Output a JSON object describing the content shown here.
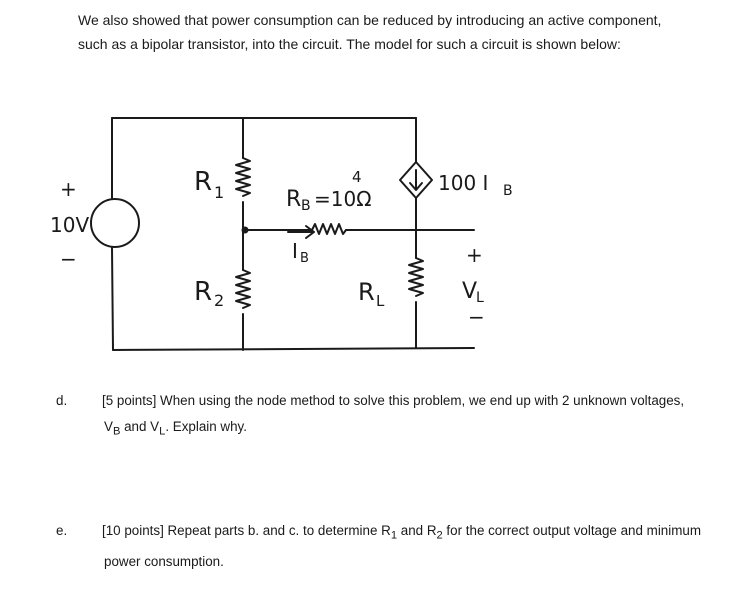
{
  "intro_text": "We also showed that power consumption can be reduced by introducing an active component, such as a bipolar transistor, into the circuit.  The model for such a circuit is shown below:",
  "circuit": {
    "source_plus": "+",
    "source_value": "10V",
    "source_minus": "−",
    "r1_label": "R",
    "r1_sub": "1",
    "r2_label": "R",
    "r2_sub": "2",
    "rb_label": "R",
    "rb_sub": "B",
    "rb_value": "=10Ω",
    "rb_super": "4",
    "ib_label": "I",
    "ib_sub": "B",
    "rl_label": "R",
    "rl_sub": "L",
    "dep_source_label": "100 I",
    "dep_source_sub": "B",
    "vl_plus": "+",
    "vl_label": "V",
    "vl_sub": "L",
    "vl_minus": "−"
  },
  "questions": [
    {
      "letter": "d.",
      "text_a": "[5 points] When using the node method to solve this problem, we end up with 2 unknown voltages, V",
      "sub1": "B",
      "text_b": " and V",
      "sub2": "L",
      "text_c": ".  Explain why."
    },
    {
      "letter": "e.",
      "text_a": "[10 points] Repeat parts b. and c. to determine R",
      "sub1": "1",
      "text_b": " and R",
      "sub2": "2",
      "text_c": " for the correct output voltage and minimum power consumption."
    }
  ]
}
